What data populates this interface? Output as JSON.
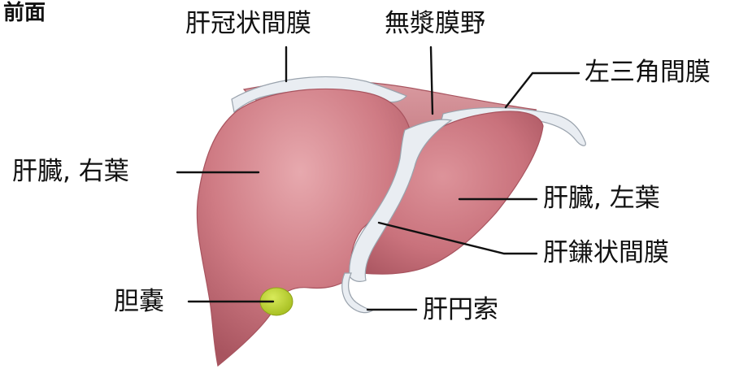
{
  "view_label": "前面",
  "colors": {
    "liver_fill": "#cf7b84",
    "liver_shadow": "#a8545f",
    "liver_highlight": "#e7a9ae",
    "ligament": "#e9edf2",
    "ligament_edge": "#9aa3ad",
    "gallbladder": "#b7cf2e",
    "leader_line": "#111111"
  },
  "labels": {
    "coronary_ligament": "肝冠状間膜",
    "bare_area": "無漿膜野",
    "left_triangular_ligament": "左三角間膜",
    "right_lobe": "肝臓, 右葉",
    "left_lobe": "肝臓, 左葉",
    "falciform_ligament": "肝鎌状間膜",
    "gallbladder": "胆嚢",
    "round_ligament": "肝円索"
  }
}
